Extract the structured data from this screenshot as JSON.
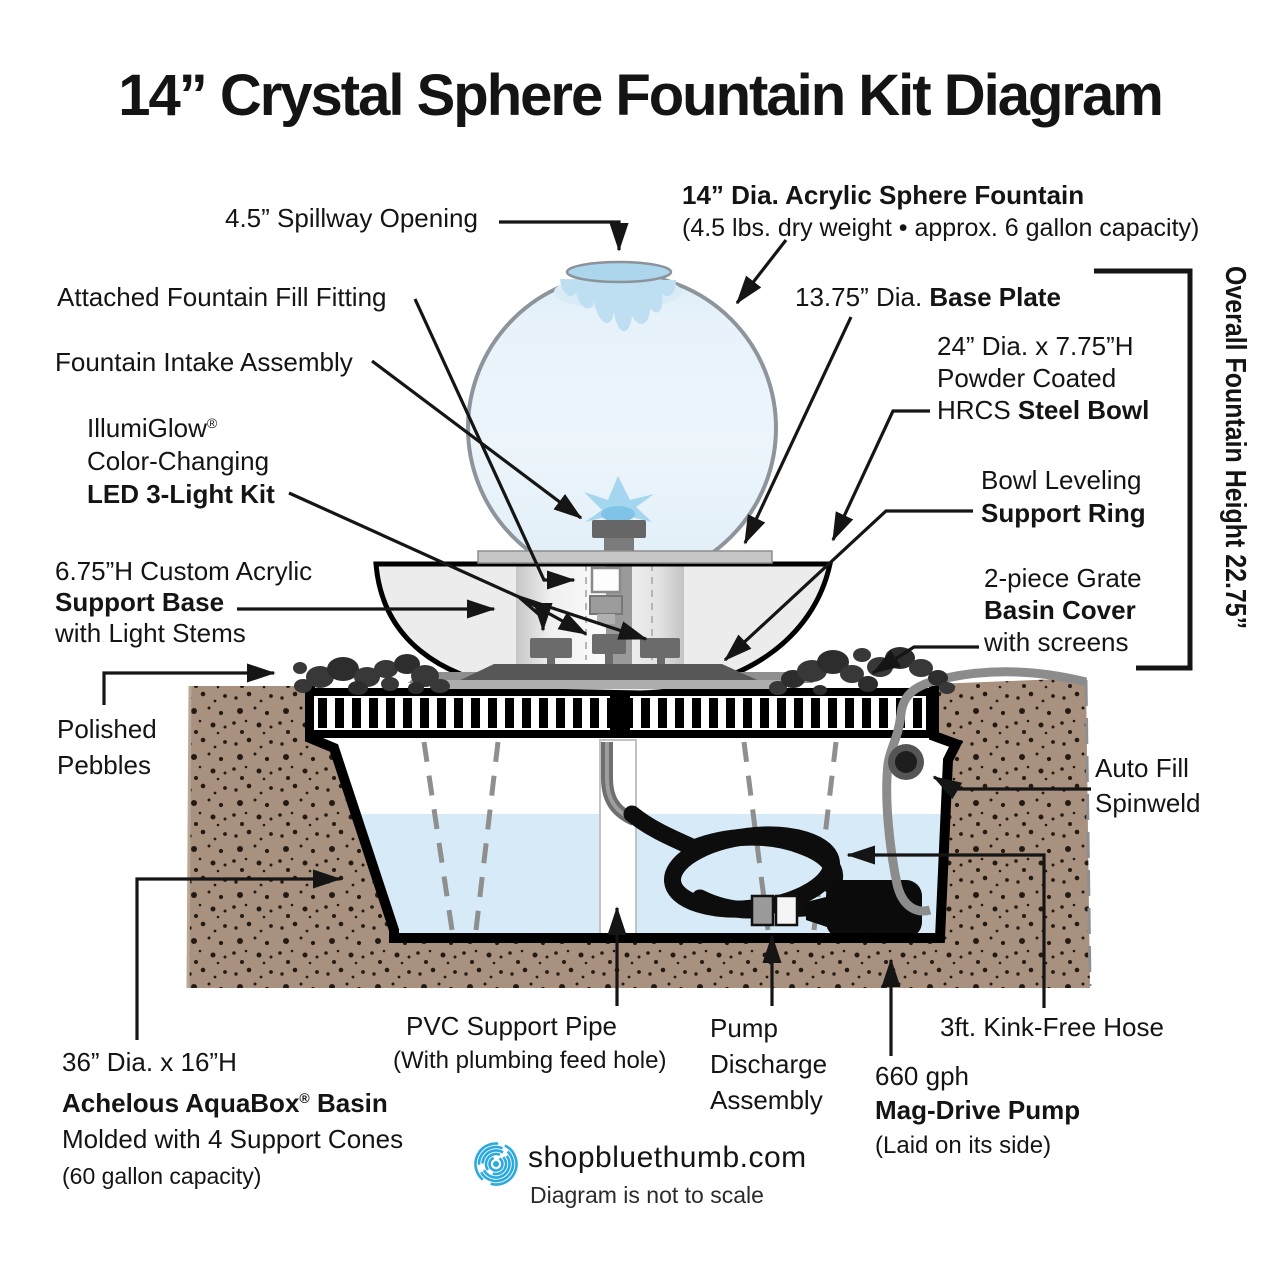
{
  "title": "14” Crystal Sphere Fountain Kit Diagram",
  "labels": {
    "spillway": "4.5” Spillway Opening",
    "sphere_title": "14” Dia. Acrylic Sphere Fountain",
    "sphere_sub": "(4.5 lbs. dry weight • approx. 6 gallon capacity)",
    "fill_fitting": "Attached Fountain Fill Fitting",
    "intake": "Fountain Intake Assembly",
    "base_plate_pre": "13.75” Dia. ",
    "base_plate_bold": "Base Plate",
    "bowl_l1": "24” Dia. x 7.75”H",
    "bowl_l2": "Powder Coated",
    "bowl_l3_pre": "HRCS ",
    "bowl_l3_bold": "Steel Bowl",
    "led_l1": "IllumiGlow",
    "led_l1_sup": "®",
    "led_l2": "Color-Changing",
    "led_l3": "LED 3-Light Kit",
    "ring_l1": "Bowl Leveling",
    "ring_l2": "Support Ring",
    "base_l1": "6.75”H Custom Acrylic",
    "base_l2": "Support Base",
    "base_l3": "with Light Stems",
    "cover_l1": "2-piece Grate",
    "cover_l2": "Basin Cover",
    "cover_l3": "with screens",
    "pebbles_l1": "Polished",
    "pebbles_l2": "Pebbles",
    "overall_height": "Overall Fountain Height 22.75”",
    "autofill_l1": "Auto Fill",
    "autofill_l2": "Spinweld",
    "basin_l1": "36” Dia. x 16”H",
    "basin_l2_bold": "Achelous AquaBox",
    "basin_l2_sup": "®",
    "basin_l2_bold2": " Basin",
    "basin_l3": "Molded with 4 Support Cones",
    "basin_l4": "(60 gallon capacity)",
    "pvc_l1": "PVC Support Pipe",
    "pvc_l2": "(With plumbing feed hole)",
    "discharge_l1": "Pump",
    "discharge_l2": "Discharge",
    "discharge_l3": "Assembly",
    "hose": "3ft. Kink-Free Hose",
    "pump_l1": "660 gph",
    "pump_l2": "Mag-Drive Pump",
    "pump_l3": "(Laid on its side)"
  },
  "footer": {
    "icon": "thumbprint-icon",
    "site": "shopbluethumb.com",
    "note": "Diagram is not to scale"
  },
  "colors": {
    "accent_blue": "#2ba9e0",
    "water": "#d6ebf7",
    "sphere": "#e9f2fa",
    "ground": "#a8917e",
    "pebble": "#383838",
    "steel": "#ececec",
    "text": "#141414"
  }
}
